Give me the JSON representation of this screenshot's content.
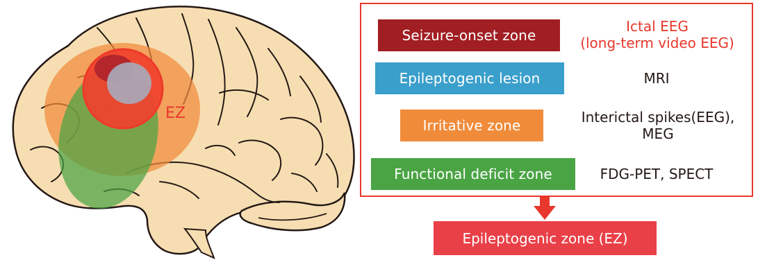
{
  "brain": {
    "ez_label": "EZ"
  },
  "zones": [
    {
      "name": "Seizure-onset  zone",
      "method_lines": [
        "Ictal EEG",
        "(long-term video EEG)"
      ],
      "color": "#a11e22"
    },
    {
      "name": "Epileptogenic lesion",
      "method_lines": [
        "MRI"
      ],
      "color": "#3a9fcb"
    },
    {
      "name": "Irritative zone",
      "method_lines": [
        "Interictal spikes(EEG),",
        "MEG"
      ],
      "color": "#f08b3a"
    },
    {
      "name": "Functional deficit  zone",
      "method_lines": [
        "FDG-PET, SPECT"
      ],
      "color": "#4aa444"
    }
  ],
  "result": {
    "label": "Epileptogenic zone (EZ)",
    "color": "#e94048"
  },
  "colors": {
    "brain_fill": "#f7deb2",
    "outline": "#231815",
    "accent_red": "#e8372c"
  }
}
